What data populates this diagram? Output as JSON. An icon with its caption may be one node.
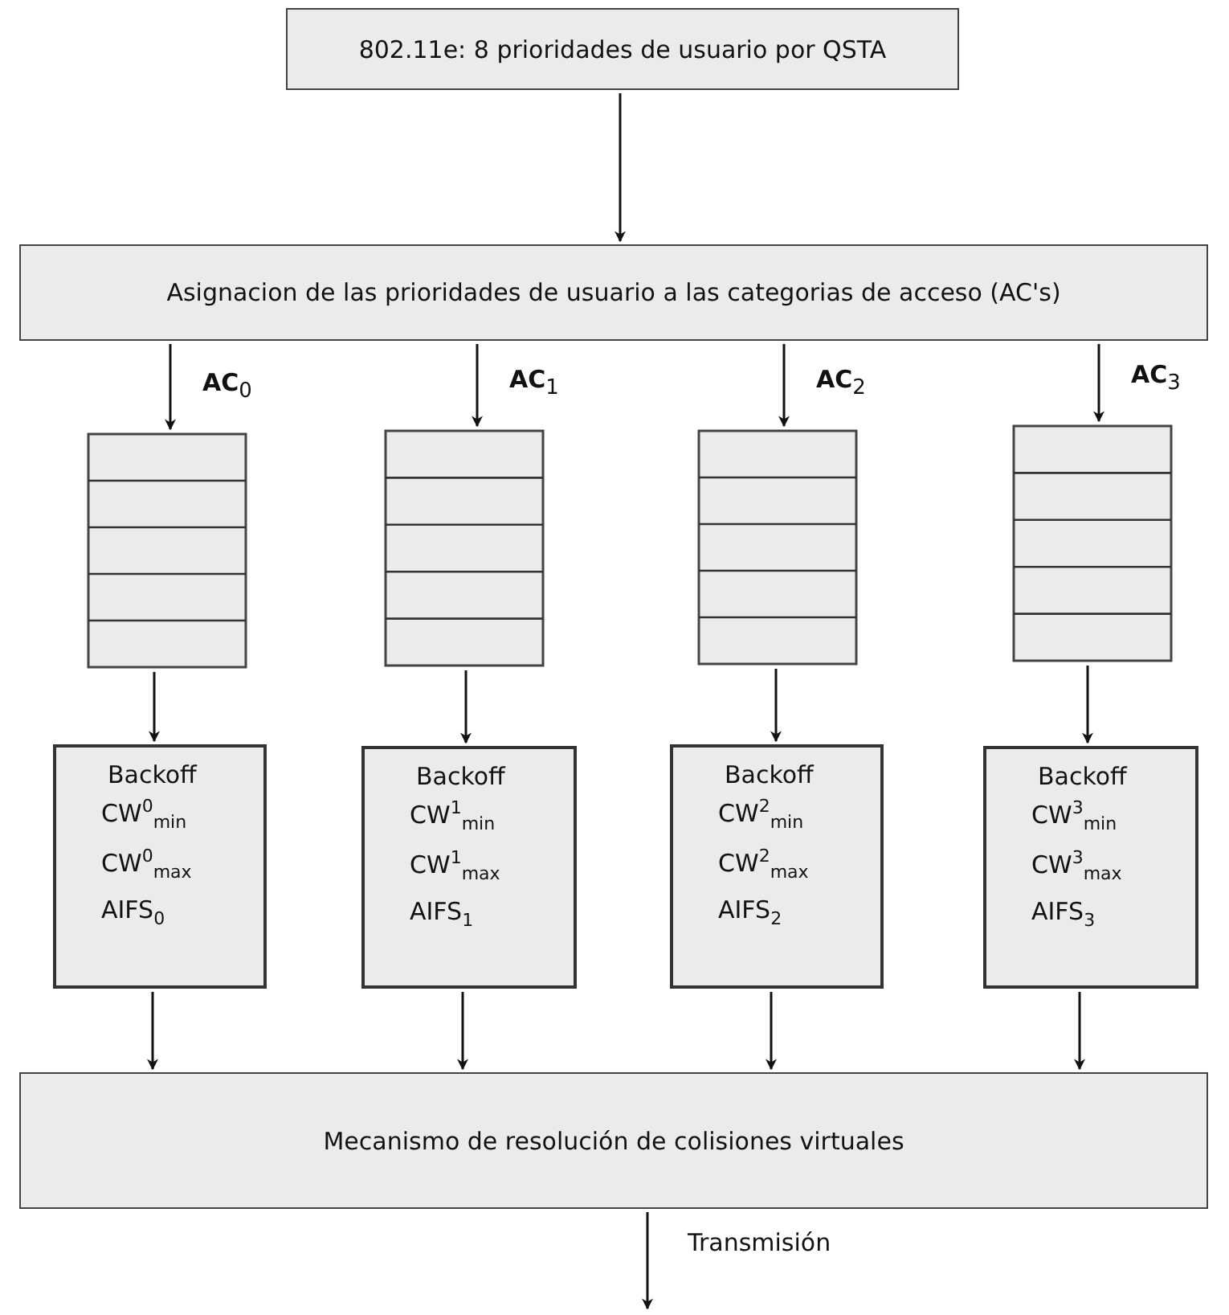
{
  "diagram": {
    "nodes": [
      {
        "text": [
          "802.11e: 8 prioridades de usuario por QSTA"
        ]
      },
      {
        "text": [
          "Asignacion de las prioridades de usuario a las categorias de acceso (AC's)"
        ]
      },
      {
        "text": [],
        "shape": "box"
      },
      {
        "text": [],
        "shape": "box"
      },
      {
        "text": [],
        "shape": "box"
      },
      {
        "text": [],
        "shape": "box"
      },
      {
        "text": [
          "Backoff",
          "CW$^{0}$$_{min}$",
          "CW$^{0}$$_{max}$",
          "AIFS$_{0}$"
        ]
      },
      {
        "text": [
          "Backoff",
          "CW$^{1}$$_{min}$",
          "CW$^{1}$$_{max}$",
          "AIFS$_{1}$"
        ]
      },
      {
        "text": [
          "Backoff",
          "CW$^{2}$$_{min}$",
          "CW$^{2}$$_{max}$",
          "AIFS$_{2}$"
        ]
      },
      {
        "text": [
          "Backoff",
          "CW$^{3}$$_{min}$",
          "CW$^{3}$$_{max}$",
          "AIFS$_{3}$"
        ]
      },
      {
        "text": [
          "Mecanismo de resolución de colisiones virtuales"
        ]
      }
    ],
    "edges": [
      {
        "from": 0,
        "to": 1,
        "arrow": "to"
      },
      {
        "from": 1,
        "to": 2,
        "arrow": "to",
        "label": "AC$_{0}$"
      },
      {
        "from": 1,
        "to": 3,
        "arrow": "to",
        "label": "AC$_{1}$"
      },
      {
        "from": 1,
        "to": 4,
        "arrow": "to",
        "label": "AC$_{2}$"
      },
      {
        "from": 1,
        "to": 5,
        "arrow": "to",
        "label": "AC$_{3}$"
      },
      {
        "from": 2,
        "to": 6,
        "arrow": "to"
      },
      {
        "from": 3,
        "to": 7,
        "arrow": "to"
      },
      {
        "from": 4,
        "to": 8,
        "arrow": "to"
      },
      {
        "from": 5,
        "to": 9,
        "arrow": "to"
      },
      {
        "from": 6,
        "to": 10,
        "arrow": "to"
      },
      {
        "from": 7,
        "to": 10,
        "arrow": "to"
      },
      {
        "from": 8,
        "to": 10,
        "arrow": "to"
      },
      {
        "from": 9,
        "to": 10,
        "arrow": "to"
      },
      {
        "from": 10,
        "to": null,
        "arrow": "to",
        "label": "Transmisión"
      }
    ]
  }
}
